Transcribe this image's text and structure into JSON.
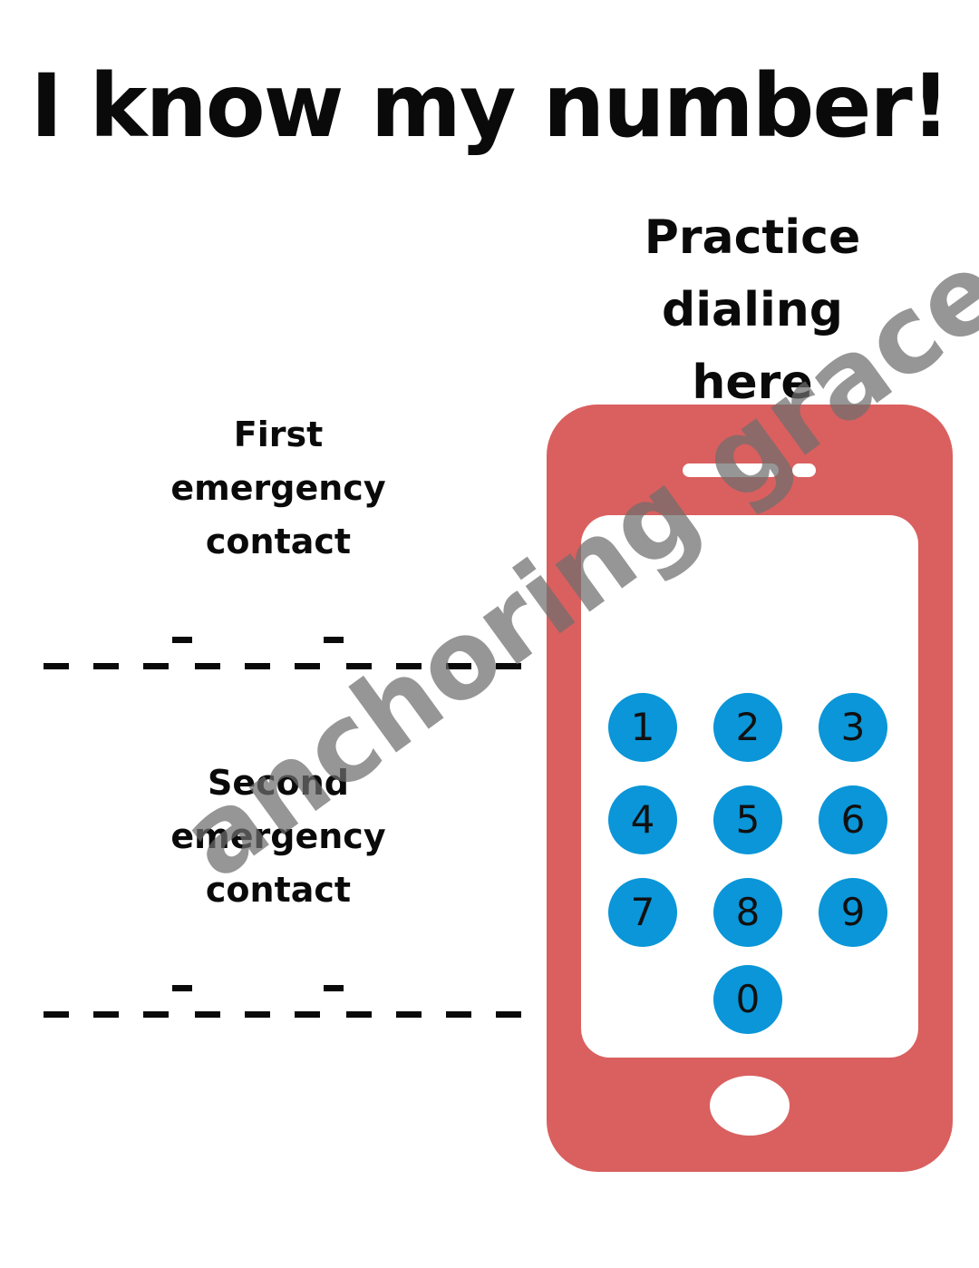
{
  "title": "I know my number!",
  "practice_label": "Practice\ndialing\nhere",
  "contacts": [
    {
      "label": "First\nemergency\ncontact",
      "separators": [
        "-",
        "-"
      ]
    },
    {
      "label": "Second\nemergency\ncontact",
      "separators": [
        "-",
        "-"
      ]
    }
  ],
  "keypad": {
    "keys": [
      "1",
      "2",
      "3",
      "4",
      "5",
      "6",
      "7",
      "8",
      "9",
      "0"
    ]
  },
  "watermark": "anchoring grace",
  "colors": {
    "phone_body": "#d9605f",
    "keypad_button": "#0a96d8",
    "text": "#0a0a0a",
    "watermark": "#6e6e6e"
  }
}
